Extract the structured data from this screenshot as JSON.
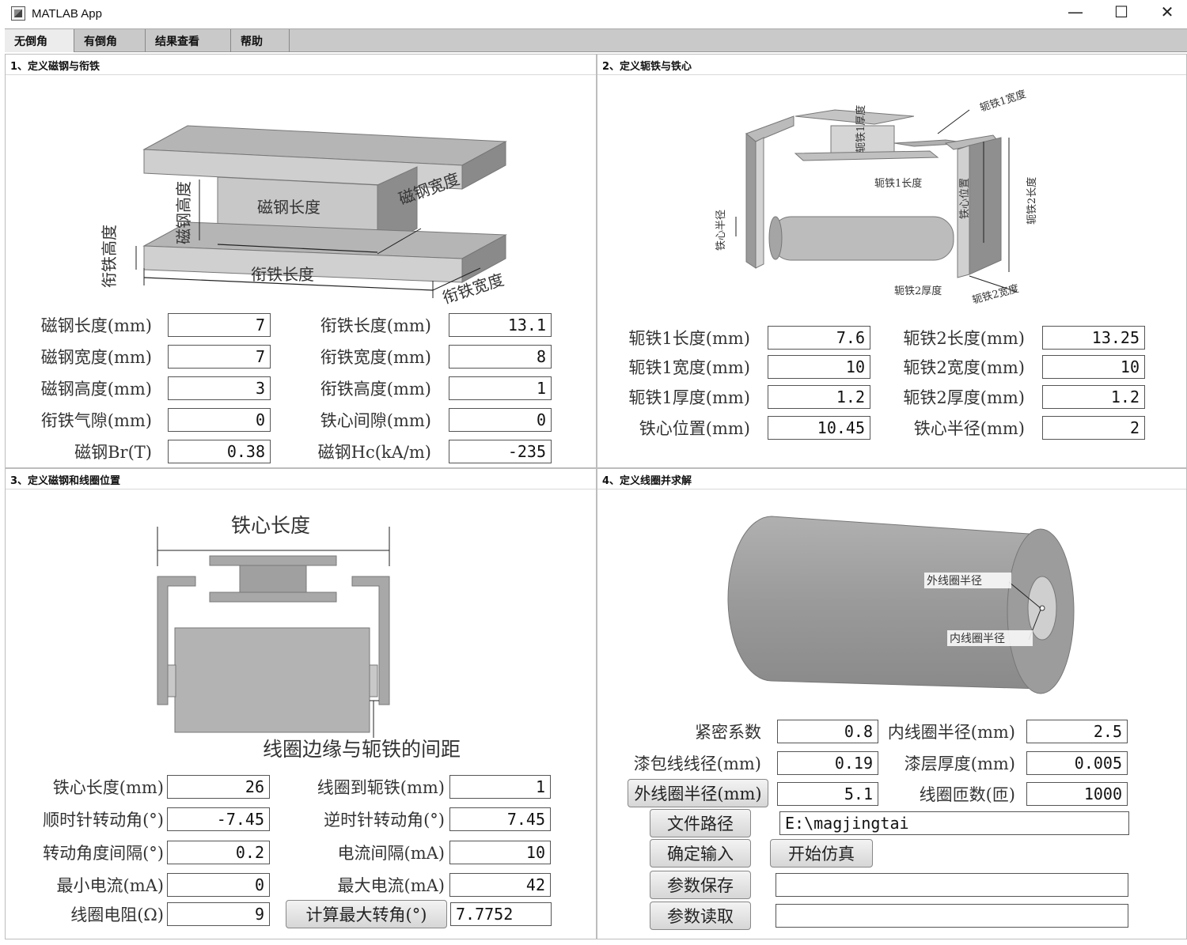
{
  "window": {
    "title": "MATLAB App",
    "minimize": "—",
    "maximize": "☐",
    "close": "✕"
  },
  "tabs": [
    "无倒角",
    "有倒角",
    "结果查看",
    "帮助"
  ],
  "panel1": {
    "title": "1、定义磁钢与衔铁",
    "diagram": {
      "magnet_height": "磁钢高度",
      "magnet_length": "磁钢长度",
      "magnet_width": "磁钢宽度",
      "armature_height": "衔铁高度",
      "armature_length": "衔铁长度",
      "armature_width": "衔铁宽度"
    },
    "fields": [
      {
        "label": "磁钢长度(mm)",
        "value": "7"
      },
      {
        "label": "磁钢宽度(mm)",
        "value": "7"
      },
      {
        "label": "磁钢高度(mm)",
        "value": "3"
      },
      {
        "label": "衔铁气隙(mm)",
        "value": "0"
      },
      {
        "label": "磁钢Br(T)",
        "value": "0.38"
      },
      {
        "label": "衔铁长度(mm)",
        "value": "13.1"
      },
      {
        "label": "衔铁宽度(mm)",
        "value": "8"
      },
      {
        "label": "衔铁高度(mm)",
        "value": "1"
      },
      {
        "label": "铁心间隙(mm)",
        "value": "0"
      },
      {
        "label": "磁钢Hc(kA/m)",
        "value": "-235"
      }
    ]
  },
  "panel2": {
    "title": "2、定义轭铁与铁心",
    "diagram": {
      "yoke1_width": "轭铁1宽度",
      "yoke1_thickness": "轭铁1厚度",
      "yoke1_length": "轭铁1长度",
      "core_position": "铁心位置",
      "yoke2_length": "轭铁2长度",
      "core_radius": "铁心半径",
      "yoke2_thickness": "轭铁2厚度",
      "yoke2_width": "轭铁2宽度"
    },
    "fields": [
      {
        "label": "轭铁1长度(mm)",
        "value": "7.6"
      },
      {
        "label": "轭铁1宽度(mm)",
        "value": "10"
      },
      {
        "label": "轭铁1厚度(mm)",
        "value": "1.2"
      },
      {
        "label": "铁心位置(mm)",
        "value": "10.45"
      },
      {
        "label": "轭铁2长度(mm)",
        "value": "13.25"
      },
      {
        "label": "轭铁2宽度(mm)",
        "value": "10"
      },
      {
        "label": "轭铁2厚度(mm)",
        "value": "1.2"
      },
      {
        "label": "铁心半径(mm)",
        "value": "2"
      }
    ]
  },
  "panel3": {
    "title": "3、定义磁钢和线圈位置",
    "diagram": {
      "core_length": "铁心长度",
      "coil_gap": "线圈边缘与轭铁的间距"
    },
    "fields": [
      {
        "label": "铁心长度(mm)",
        "value": "26"
      },
      {
        "label": "顺时针转动角(°)",
        "value": "-7.45"
      },
      {
        "label": "转动角度间隔(°)",
        "value": "0.2"
      },
      {
        "label": "最小电流(mA)",
        "value": "0"
      },
      {
        "label": "线圈电阻(Ω)",
        "value": "9"
      },
      {
        "label": "线圈到轭铁(mm)",
        "value": "1"
      },
      {
        "label": "逆时针转动角(°)",
        "value": "7.45"
      },
      {
        "label": "电流间隔(mA)",
        "value": "10"
      },
      {
        "label": "最大电流(mA)",
        "value": "42"
      }
    ],
    "calc_button": "计算最大转角(°)",
    "calc_result": "7.7752"
  },
  "panel4": {
    "title": "4、定义线圈并求解",
    "diagram": {
      "outer_radius": "外线圈半径",
      "inner_radius": "内线圈半径"
    },
    "fields": [
      {
        "label": "紧密系数",
        "value": "0.8"
      },
      {
        "label": "漆包线线径(mm)",
        "value": "0.19"
      },
      {
        "label": "内线圈半径(mm)",
        "value": "2.5"
      },
      {
        "label": "漆层厚度(mm)",
        "value": "0.005"
      },
      {
        "label": "线圈匝数(匝)",
        "value": "1000"
      }
    ],
    "outer_radius_button": "外线圈半径(mm)",
    "outer_radius_value": "5.1",
    "file_path_button": "文件路径",
    "file_path_value": "E:\\magjingtai",
    "confirm_button": "确定输入",
    "start_button": "开始仿真",
    "save_button": "参数保存",
    "save_value": "",
    "load_button": "参数读取",
    "load_value": ""
  }
}
